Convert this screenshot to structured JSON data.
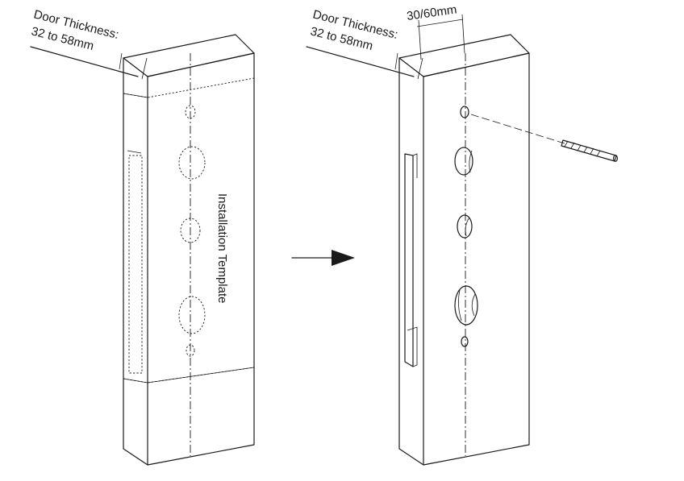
{
  "left_figure": {
    "thickness_label_line1": "Door Thickness:",
    "thickness_label_line2": "32 to 58mm",
    "template_label": "Installation Template"
  },
  "right_figure": {
    "thickness_label_line1": "Door Thickness:",
    "thickness_label_line2": "32 to 58mm",
    "backset_label": "30/60mm"
  },
  "colors": {
    "line": "#1a1a1a",
    "background": "#ffffff"
  }
}
